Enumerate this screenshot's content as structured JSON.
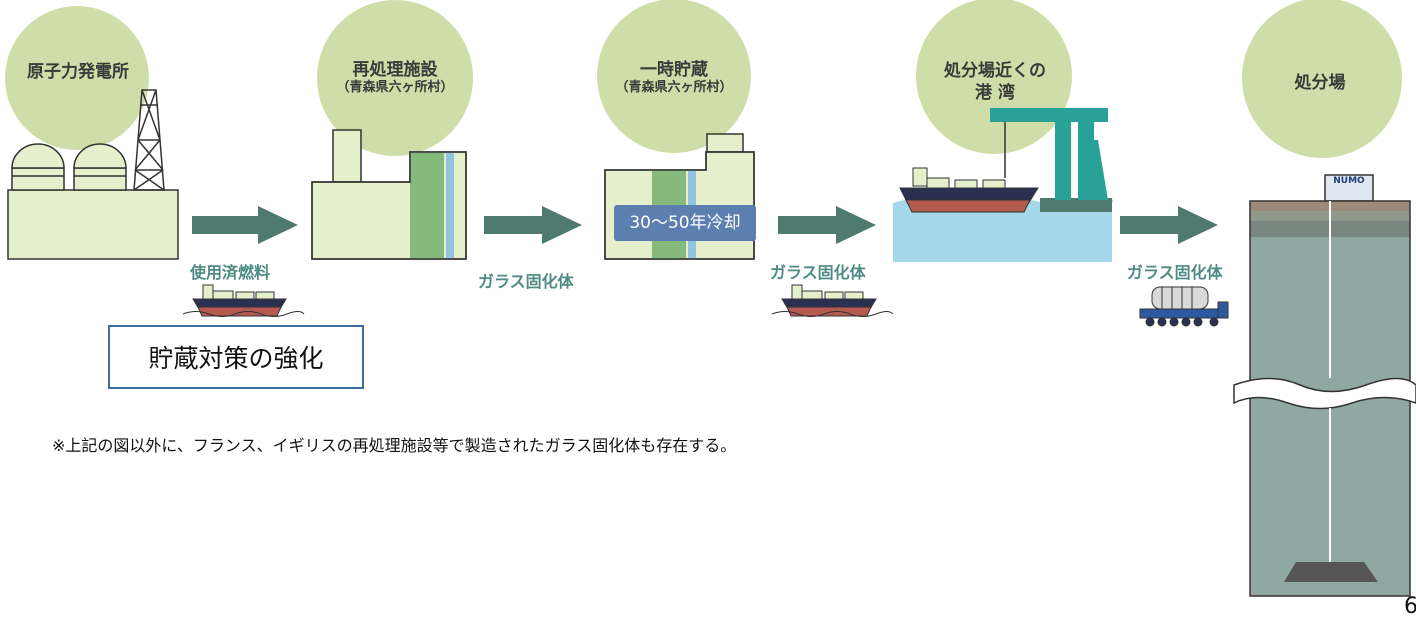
{
  "stages": {
    "npp": {
      "title": "原子力発電所"
    },
    "reprocessing": {
      "title": "再処理施設",
      "subtitle": "（青森県六ヶ所村）"
    },
    "storage": {
      "title": "一時貯蔵",
      "subtitle": "（青森県六ヶ所村）",
      "cooling_label": "30～50年冷却"
    },
    "port": {
      "title_line1": "処分場近くの",
      "title_line2": "港 湾"
    },
    "disposal": {
      "title": "処分場",
      "sign": "NUMO"
    }
  },
  "flow_labels": {
    "spent_fuel": "使用済燃料",
    "glass1": "ガラス固化体",
    "glass2": "ガラス固化体",
    "glass3": "ガラス固化体"
  },
  "callout": "貯蔵対策の強化",
  "note": "※上記の図以外に、フランス、イギリスの再処理施設等で製造されたガラス固化体も存在する。",
  "page_number": "6",
  "colors": {
    "circle": "#cfdea8",
    "building": "#e6efcc",
    "outline": "#333333",
    "arrow": "#4f7a6f",
    "label": "#4e8a86",
    "green_band": "#86b97c",
    "blue_band": "#90c4e0",
    "sea": "#a6d6ea",
    "crane": "#2aa198",
    "shaft": "#8fa8a1",
    "box_border": "#3f6da1",
    "cooling_bg": "#5c7fb0"
  }
}
